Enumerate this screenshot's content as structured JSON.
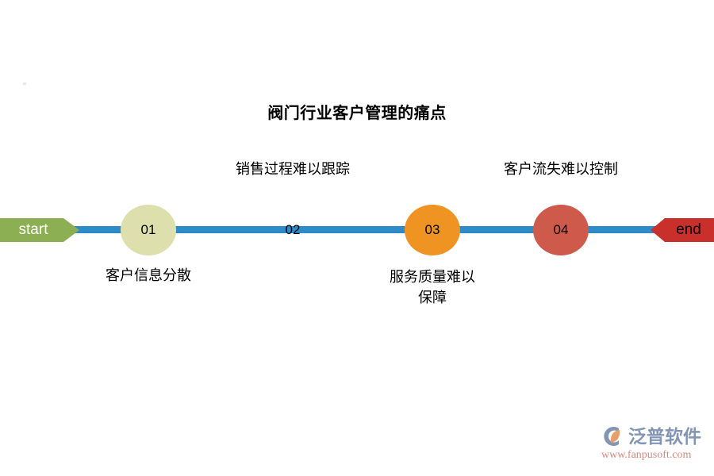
{
  "title": "阀门行业客户管理的痛点",
  "timeline": {
    "start_label": "start",
    "end_label": "end",
    "line_color": "#2E8BC9",
    "start_color": "#8BAF52",
    "end_color": "#C9302C",
    "steps": [
      {
        "number": "01",
        "caption": "客户信息分散",
        "color": "#DDE0AC",
        "caption_position": "below"
      },
      {
        "number": "02",
        "caption": "销售过程难以跟踪",
        "color": "#EFB council",
        "caption_position": "above"
      },
      {
        "number": "03",
        "caption": "服务质量难以\n保障",
        "color": "#EF9422",
        "caption_position": "below"
      },
      {
        "number": "04",
        "caption": "客户流失难以控制",
        "color": "#CE5A4B",
        "caption_position": "above"
      }
    ]
  },
  "logo": {
    "brand": "泛普软件",
    "url": "www.fanpusoft.com",
    "brand_color": "#8295B4",
    "url_color": "#D98A80",
    "accent_color": "#E8A06A"
  }
}
